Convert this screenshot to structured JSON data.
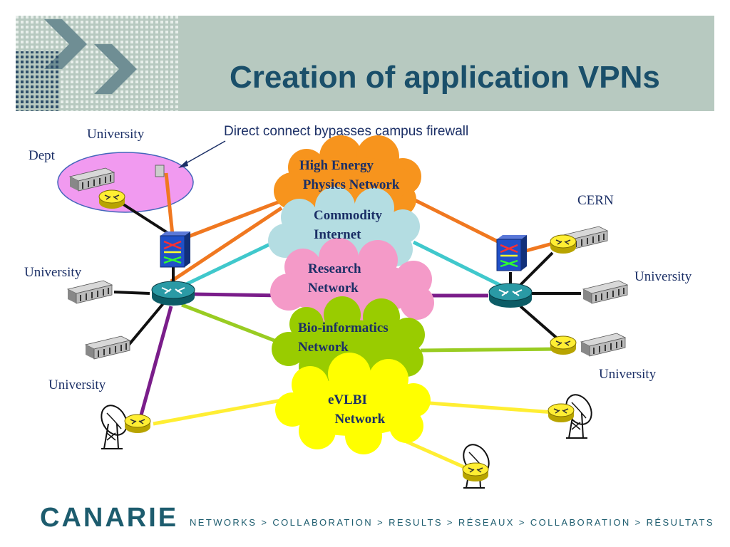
{
  "title": "Creation of application VPNs",
  "annotation": "Direct connect bypasses campus firewall",
  "labels": {
    "university_top": "University",
    "dept": "Dept",
    "university_left_mid": "University",
    "university_left_bottom": "University",
    "cern": "CERN",
    "university_right_mid": "University",
    "university_right_bottom": "University"
  },
  "clouds": {
    "hep": "High Energy\n Physics Network",
    "commodity": "Commodity\nInternet",
    "research": "Research\nNetwork",
    "bio": "Bio-informatics\nNetwork",
    "evlbi": "eVLBI\n  Network"
  },
  "colors": {
    "hep": "#f7941d",
    "commodity": "#b4dde2",
    "research": "#f49ac8",
    "bio": "#99cc00",
    "evlbi": "#ffff00",
    "dept_oval": "#f19af0",
    "title": "#1a4f6a",
    "text": "#1b2f66",
    "header_bg": "#b7c9c0"
  },
  "footer": {
    "logo": "CANARIE",
    "tagline": "NETWORKS > COLLABORATION > RESULTS > RÉSEAUX > COLLABORATION > RÉSULTATS"
  }
}
